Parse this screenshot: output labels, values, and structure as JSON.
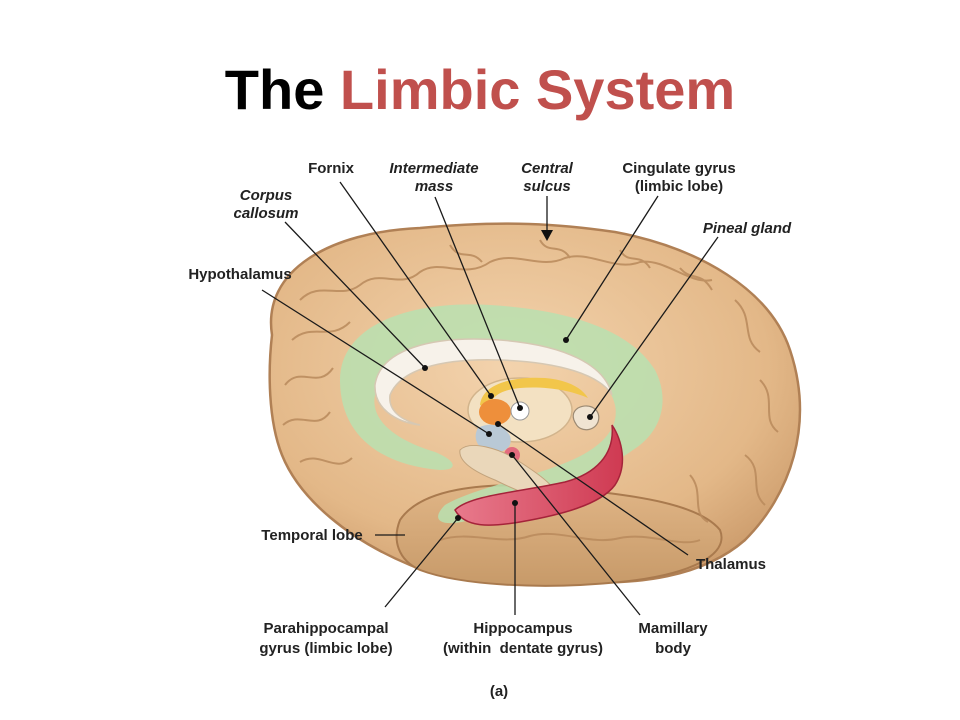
{
  "title": {
    "part1": "The",
    "part2": "Limbic System"
  },
  "colors": {
    "title_dark": "#000000",
    "title_accent": "#c0504d",
    "cortex": "#e8c39a",
    "limbic_lobe": "#b9e0b0",
    "hippocampus": "#d9475e",
    "thalamus": "#f3e1c2",
    "hypothalamus": "#b9c9d6"
  },
  "labels": {
    "fornix": "Fornix",
    "intermediate_mass": [
      "Intermediate",
      "mass"
    ],
    "central_sulcus": [
      "Central",
      "sulcus"
    ],
    "cingulate_gyrus": [
      "Cingulate gyrus",
      "(limbic lobe)"
    ],
    "corpus_callosum": [
      "Corpus",
      "callosum"
    ],
    "pineal_gland": "Pineal gland",
    "hypothalamus": "Hypothalamus",
    "temporal_lobe": "Temporal lobe",
    "thalamus": "Thalamus",
    "parahippocampal_gyrus": [
      "Parahippocampal",
      "gyrus (limbic lobe)"
    ],
    "hippocampus": [
      "Hippocampus",
      "(within  dentate gyrus)"
    ],
    "mamillary_body": [
      "Mamillary",
      "body"
    ]
  },
  "panel_label": "(a)"
}
